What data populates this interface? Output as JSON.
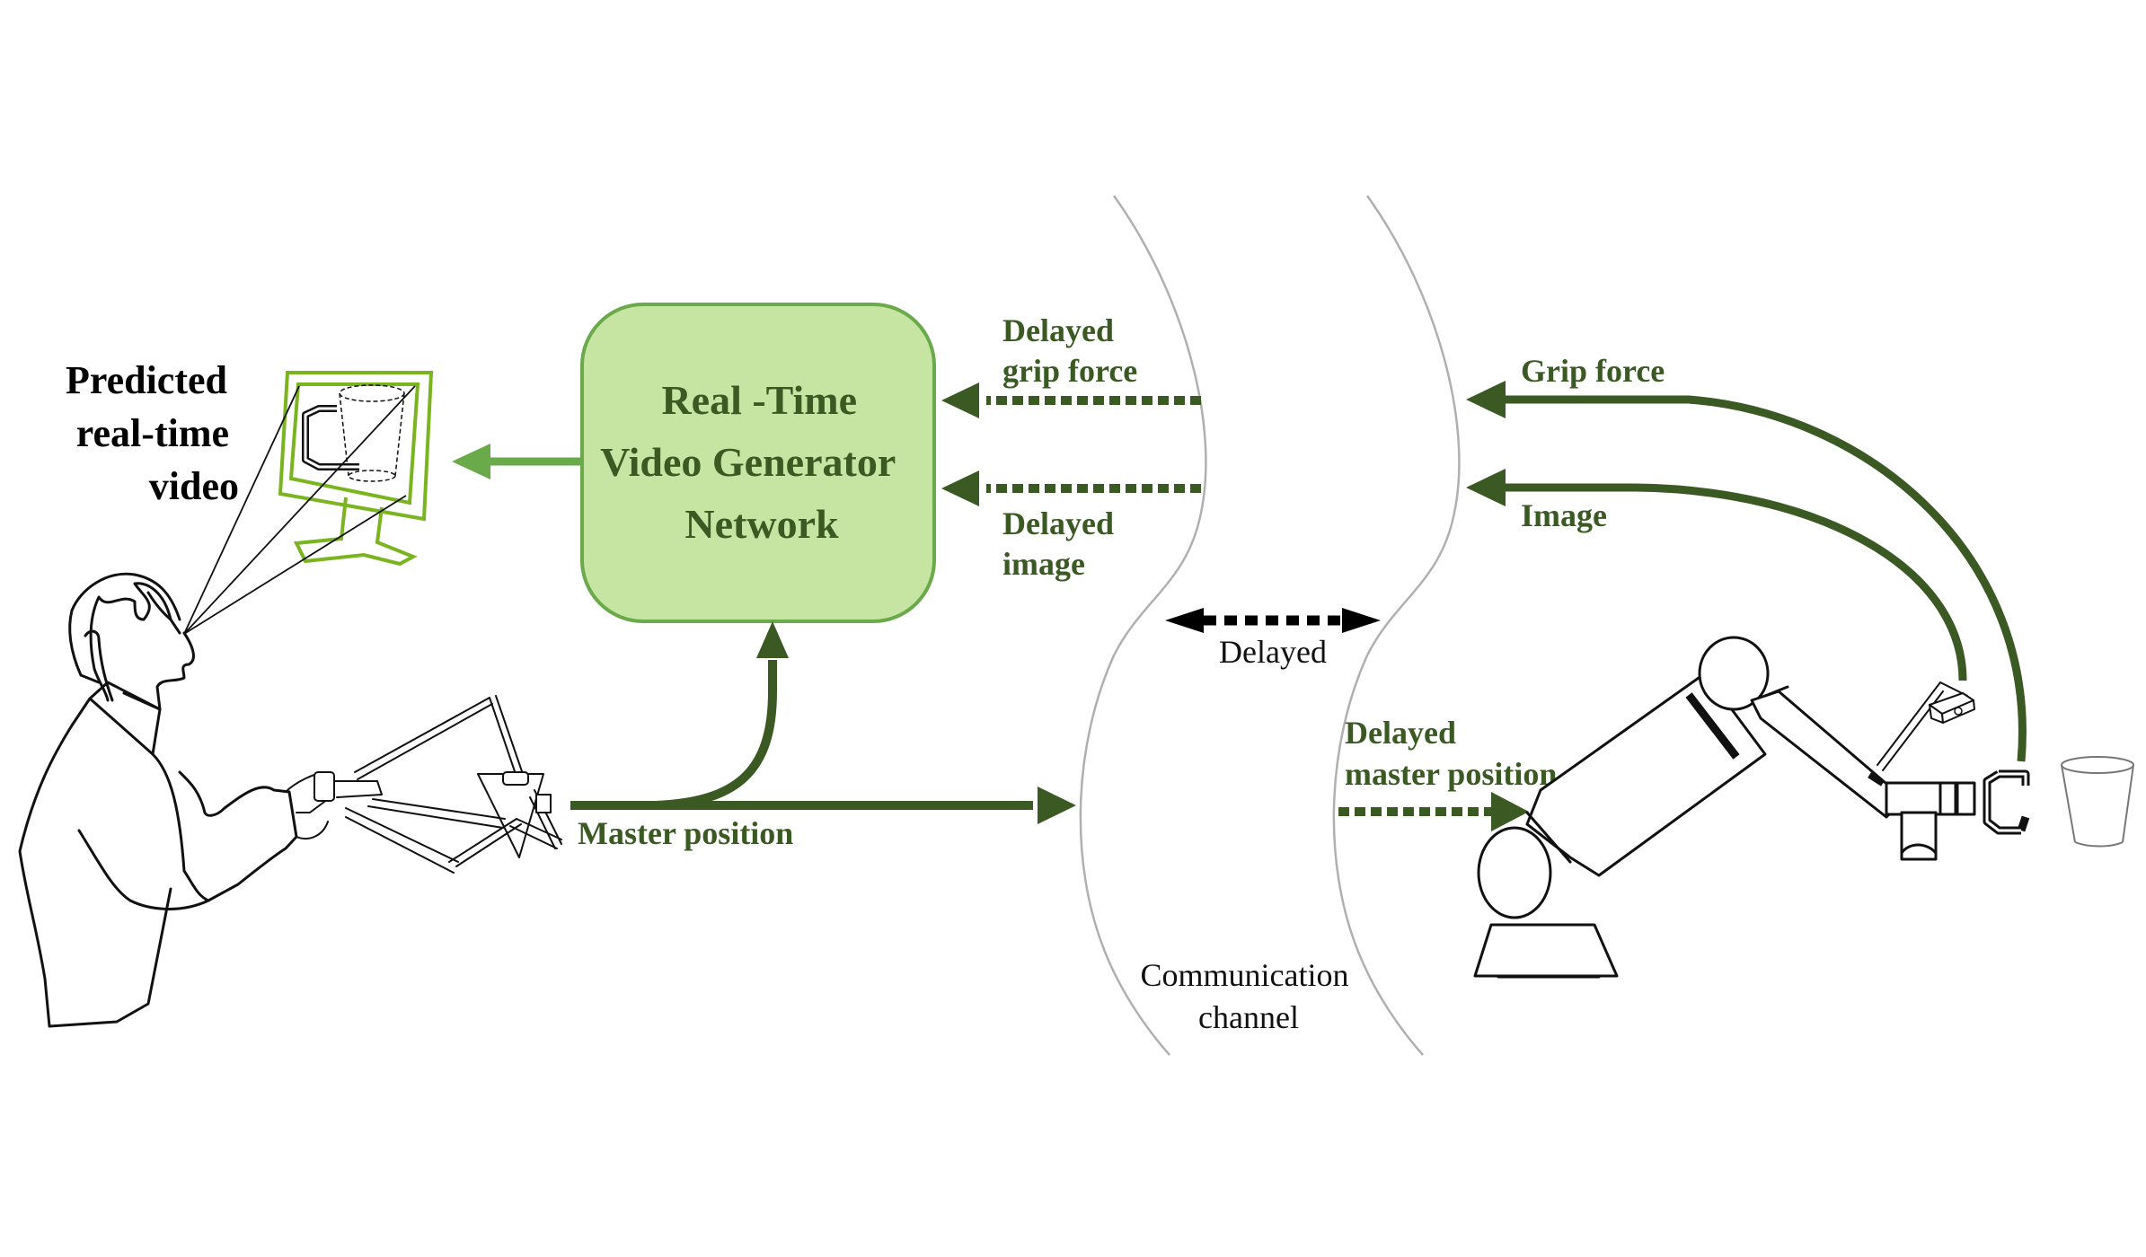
{
  "figure": {
    "title_block": {
      "lines": [
        "Real -Time",
        "Video Generator",
        "Network"
      ]
    },
    "left_caption": {
      "lines": [
        "Predicted",
        "real-time",
        "video"
      ]
    },
    "labels": {
      "delayed_grip_force": [
        "Delayed",
        "grip force"
      ],
      "delayed_image": [
        "Delayed",
        "image"
      ],
      "grip_force": "Grip force",
      "image": "Image",
      "delayed": "Delayed",
      "delayed_master_position": [
        "Delayed",
        "master position"
      ],
      "master_position": "Master position",
      "communication_channel": [
        "Communication",
        "channel"
      ]
    },
    "icons": {
      "operator": "human-operator-sketch",
      "monitor": "monitor-icon",
      "haptic_device": "haptic-master-device",
      "robot_arm": "robot-arm-icon",
      "camera": "camera-icon",
      "gripper": "gripper-icon",
      "cup": "cup-icon"
    },
    "colors": {
      "dark_green": "#3b5a23",
      "light_green": "#6aaa4a",
      "box_fill": "#c6e5a3",
      "monitor_green": "#7ab41e",
      "channel_gray": "#b0b0b0",
      "black": "#000000"
    }
  }
}
